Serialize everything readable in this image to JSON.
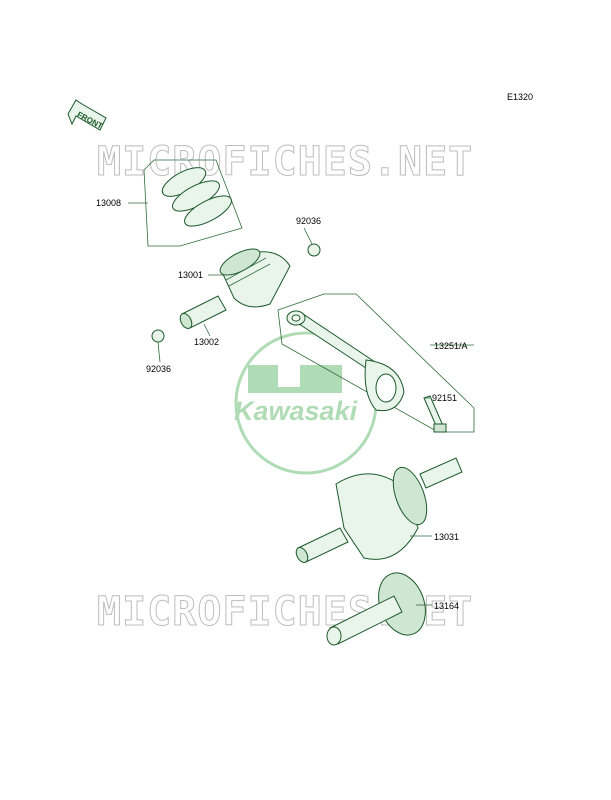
{
  "diagram_code": "E1320",
  "front_label": "FRONT",
  "watermark_text": "MICROFICHES.NET",
  "logo_text": "Kawasaki",
  "parts": [
    {
      "id": "13008"
    },
    {
      "id": "92036"
    },
    {
      "id": "13001"
    },
    {
      "id": "13002"
    },
    {
      "id": "92036"
    },
    {
      "id": "13251/A"
    },
    {
      "id": "92151"
    },
    {
      "id": "13031"
    },
    {
      "id": "13164"
    }
  ],
  "colors": {
    "line_art": "#1c5a2a",
    "watermark": "#bdbdbd",
    "logo": "#6fbf7a"
  }
}
